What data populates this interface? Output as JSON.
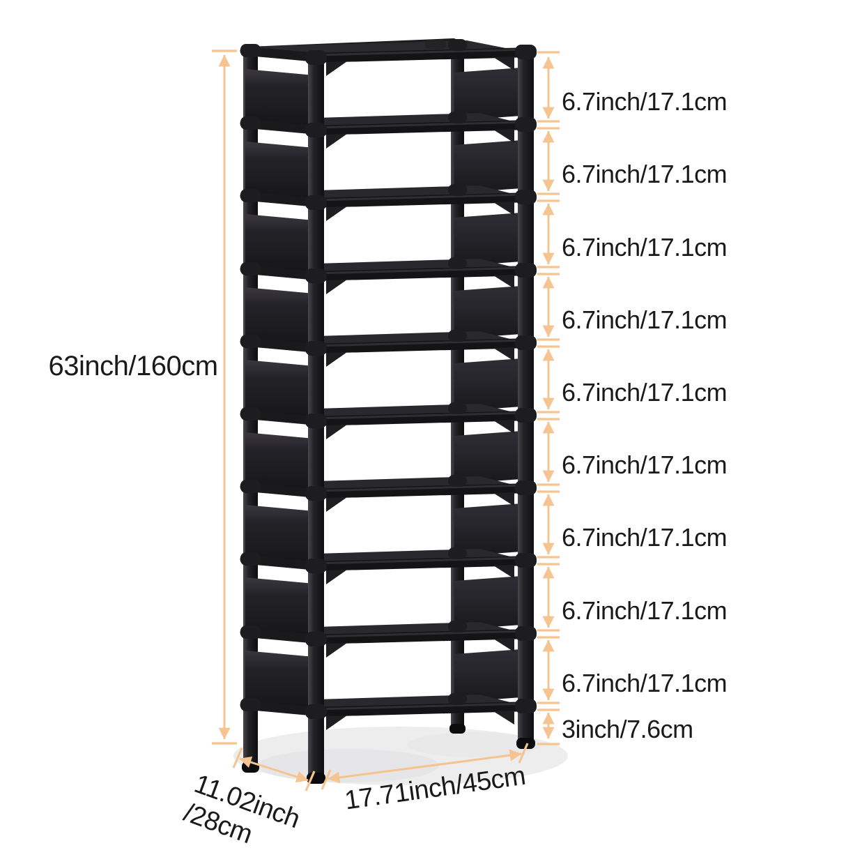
{
  "colors": {
    "background": "#ffffff",
    "accent_arrow": "#f6c491",
    "label_text": "#1a1a1a",
    "rack_dark": "#1b1b1e"
  },
  "graphic": {
    "subject": "10-tier-shoe-rack",
    "tiers": 10
  },
  "annotations": {
    "height_total": "63inch/160cm",
    "tier_heights": [
      "6.7inch/17.1cm",
      "6.7inch/17.1cm",
      "6.7inch/17.1cm",
      "6.7inch/17.1cm",
      "6.7inch/17.1cm",
      "6.7inch/17.1cm",
      "6.7inch/17.1cm",
      "6.7inch/17.1cm",
      "6.7inch/17.1cm",
      "3inch/7.6cm"
    ],
    "depth_line1": "11.02inch",
    "depth_line2": "/28cm",
    "width_total": "17.71inch/45cm"
  }
}
